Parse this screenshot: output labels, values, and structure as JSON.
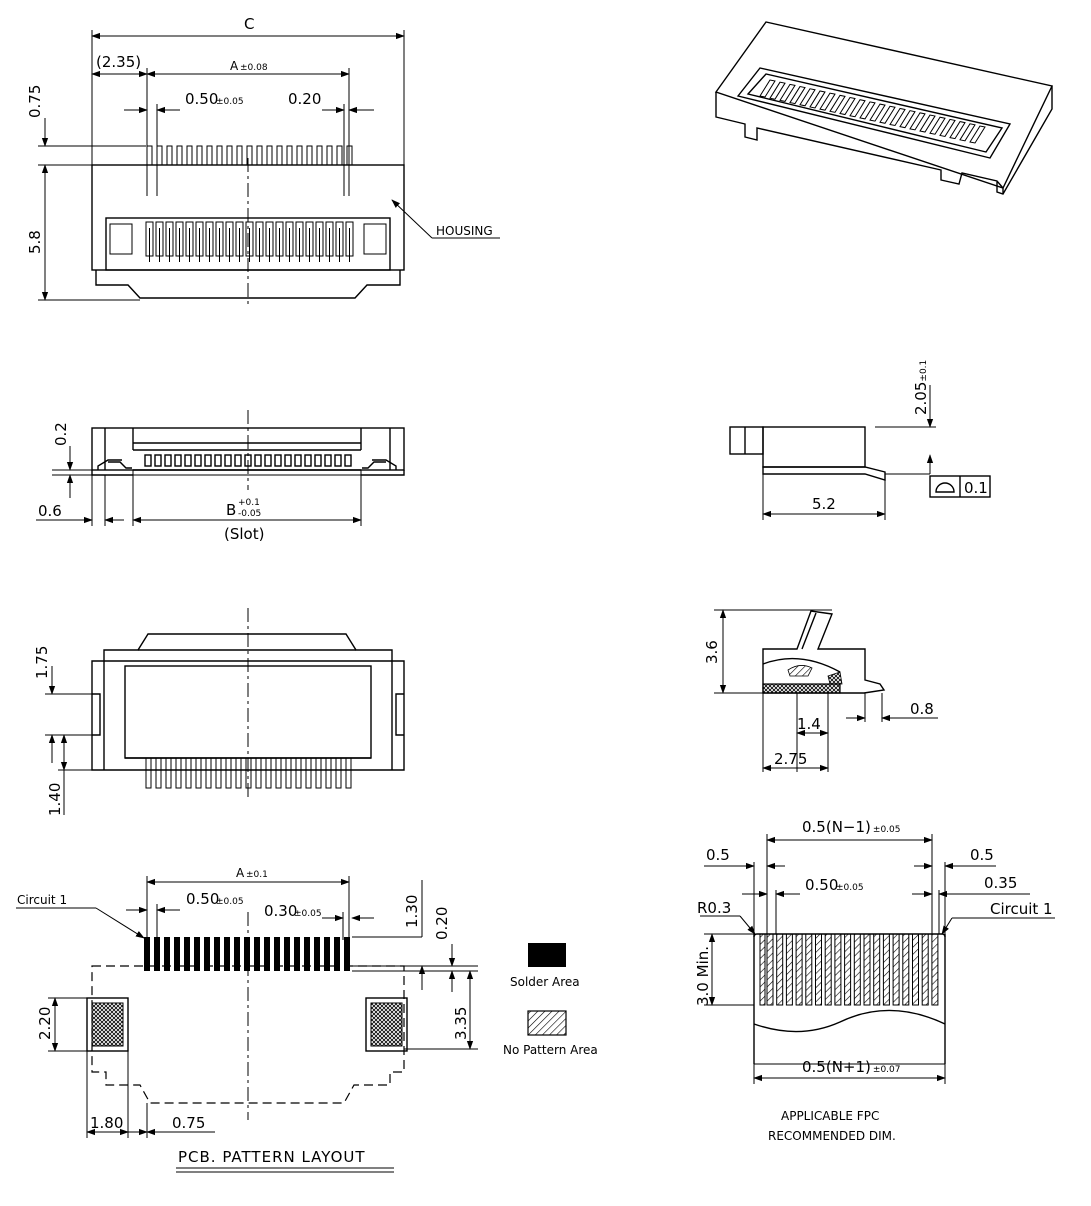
{
  "top_view": {
    "c": "C",
    "offset": "(2.35)",
    "a": "A",
    "a_tol": "±0.08",
    "pitch": "0.50",
    "pitch_tol": "±0.05",
    "pin_w": "0.20",
    "lead": "0.75",
    "height": "5.8",
    "housing": "HOUSING"
  },
  "front_view": {
    "h": "0.2",
    "w": "0.6",
    "b": "B",
    "b_tol_plus": "+0.1",
    "b_tol_minus": "-0.05",
    "slot": "(Slot)"
  },
  "bottom_view": {
    "h1": "1.75",
    "h2": "1.40"
  },
  "pcb_layout": {
    "a": "A",
    "a_tol": "±0.1",
    "circuit1": "Circuit 1",
    "pitch": "0.50",
    "pitch_tol": "±0.05",
    "pad_w": "0.30",
    "pad_w_tol": "±0.05",
    "d1_30": "1.30",
    "d0_20": "0.20",
    "d3_35": "3.35",
    "d2_20": "2.20",
    "d1_80": "1.80",
    "d0_75": "0.75",
    "title": "PCB. PATTERN LAYOUT"
  },
  "legend": {
    "solder": "Solder Area",
    "no_pattern": "No Pattern Area"
  },
  "side_view": {
    "h": "2.05",
    "h_tol": "±0.1",
    "w": "5.2",
    "flatness": "0.1"
  },
  "open_view": {
    "h": "3.6",
    "d1_4": "1.4",
    "d0_8": "0.8",
    "d2_75": "2.75"
  },
  "fpc": {
    "top": "0.5(N−1)",
    "top_tol": "±0.05",
    "left": "0.5",
    "right": "0.5",
    "pitch": "0.50",
    "pitch_tol": "±0.05",
    "r": "0.35",
    "radius": "R0.3",
    "circuit1": "Circuit 1",
    "min": "3.0 Min.",
    "bottom": "0.5(N+1)",
    "bottom_tol": "±0.07",
    "caption1": "APPLICABLE FPC",
    "caption2": "RECOMMENDED DIM."
  }
}
